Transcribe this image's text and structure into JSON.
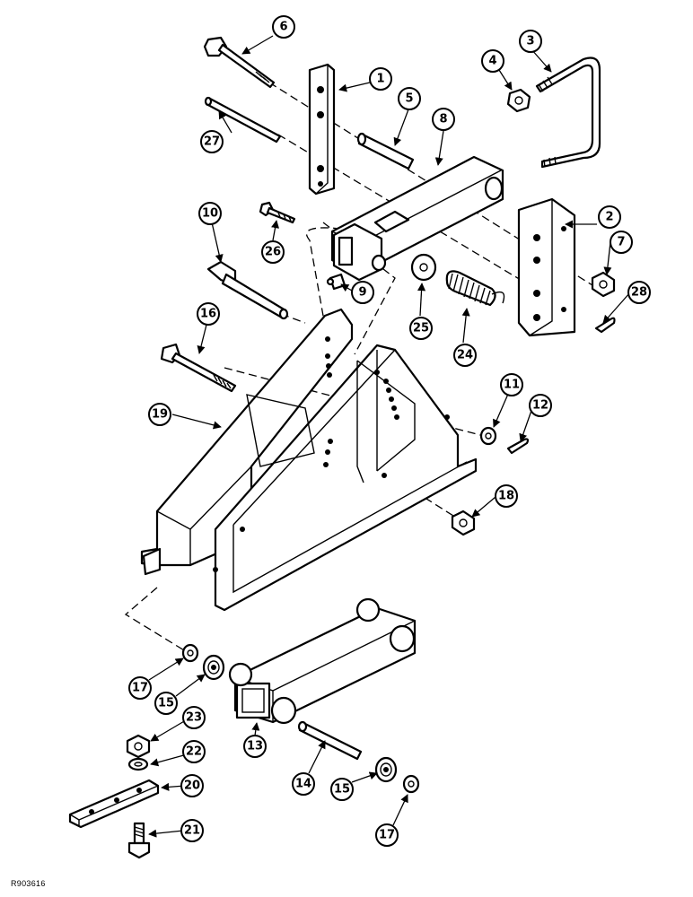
{
  "figure_ref": "R903616",
  "callouts": [
    "1",
    "2",
    "3",
    "4",
    "5",
    "6",
    "7",
    "8",
    "9",
    "10",
    "11",
    "12",
    "13",
    "14",
    "15",
    "15",
    "16",
    "17",
    "17",
    "18",
    "19",
    "20",
    "21",
    "22",
    "23",
    "24",
    "25",
    "26",
    "27",
    "28"
  ]
}
